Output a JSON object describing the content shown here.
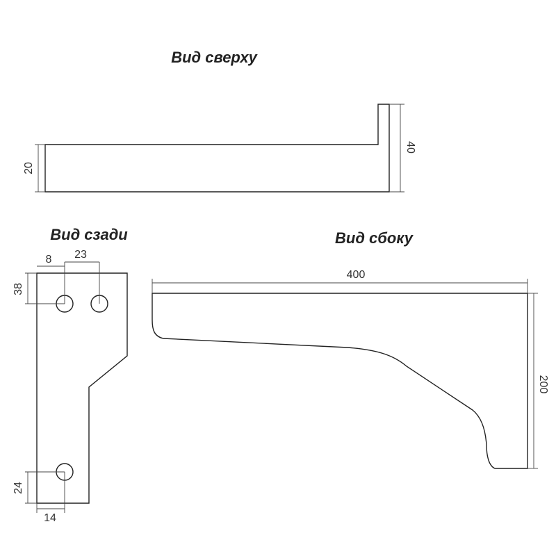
{
  "top_view": {
    "title": "Вид сверху",
    "dim_left": "20",
    "dim_right": "40"
  },
  "back_view": {
    "title": "Вид сзади",
    "dim_hole_offset_x": "8",
    "dim_hole_spacing": "23",
    "dim_top_hole_y": "38",
    "dim_bottom_hole_y": "24",
    "dim_bottom_hole_x": "14"
  },
  "side_view": {
    "title": "Вид сбоку",
    "dim_length": "400",
    "dim_height": "200"
  }
}
